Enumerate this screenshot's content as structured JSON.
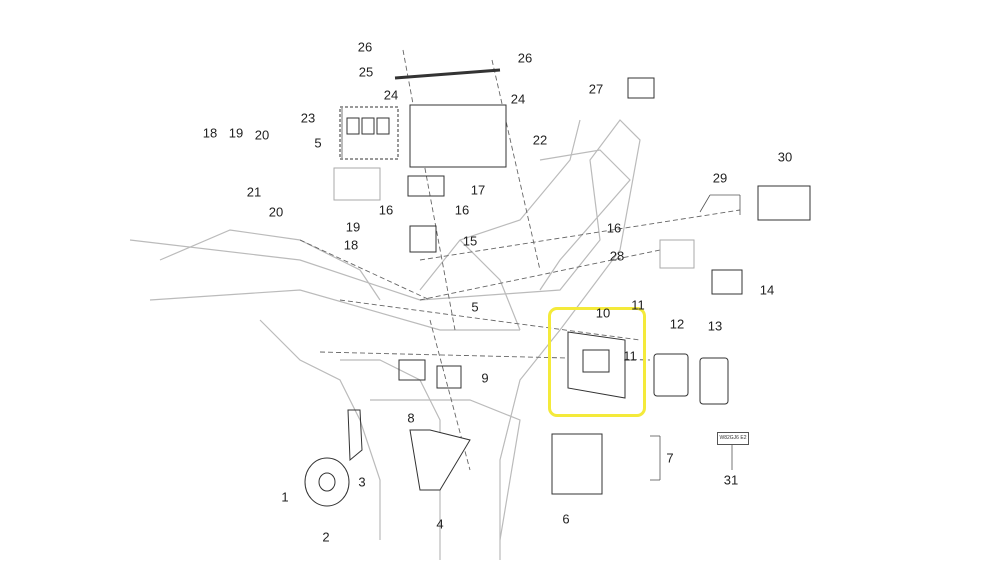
{
  "diagram": {
    "callouts": [
      "26",
      "26",
      "25",
      "24",
      "24",
      "27",
      "23",
      "22",
      "18",
      "19",
      "20",
      "5",
      "30",
      "21",
      "17",
      "29",
      "20",
      "19",
      "16",
      "16",
      "16",
      "18",
      "15",
      "28",
      "14",
      "5",
      "11",
      "10",
      "12",
      "13",
      "11",
      "9",
      "8",
      "7",
      "31",
      "3",
      "1",
      "4",
      "6",
      "2"
    ],
    "label_tag": "W82GJ6 E2",
    "highlight_color": "#f4ea3a"
  }
}
